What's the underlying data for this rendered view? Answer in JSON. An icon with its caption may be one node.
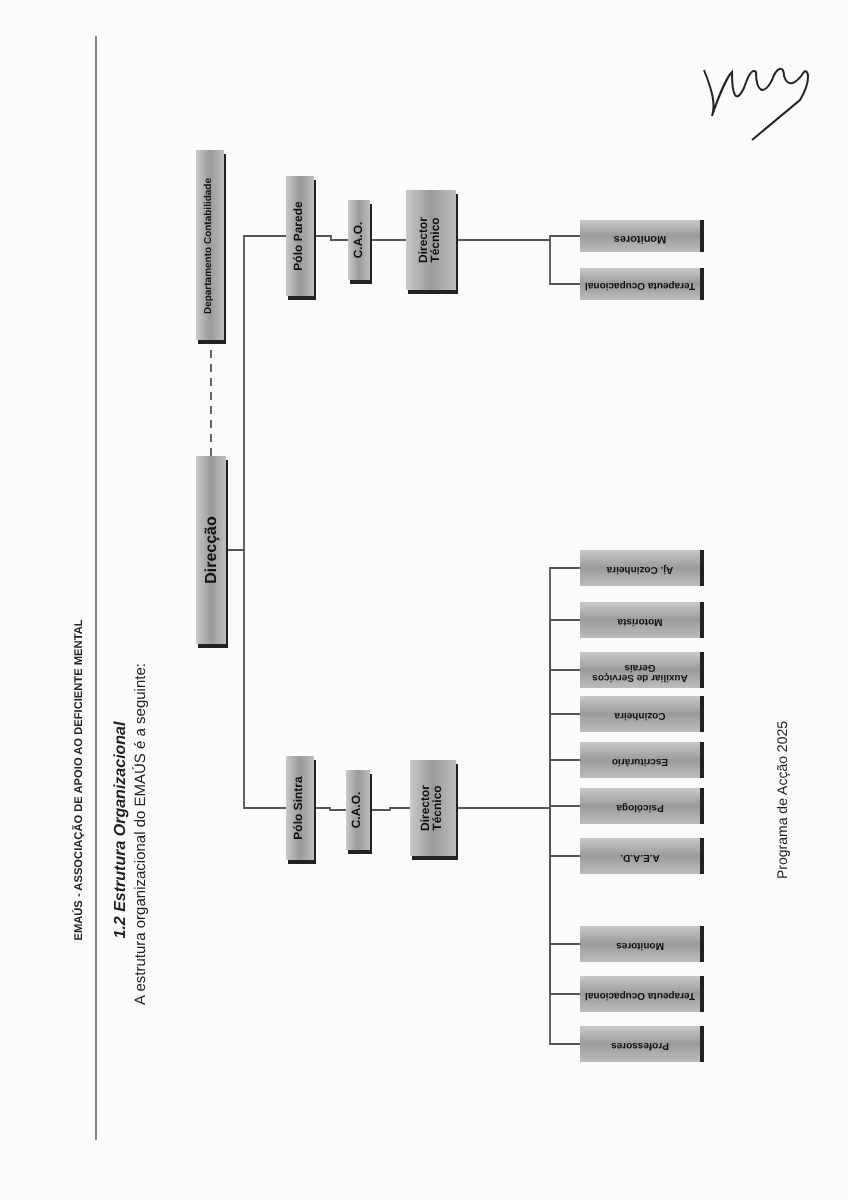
{
  "diagram": {
    "title": "1.2 Estrutura Organizacional",
    "nodes": [
      {
        "text": [
          "Direcção"
        ]
      },
      {
        "text": [
          "Departamento Contabilidade"
        ]
      },
      {
        "text": [
          "Pólo Parede"
        ]
      },
      {
        "text": [
          "C.A.O."
        ]
      },
      {
        "text": [
          "Director Técnico"
        ]
      },
      {
        "text": [
          "Monitores"
        ]
      },
      {
        "text": [
          "Terapeuta Ocupacional"
        ]
      },
      {
        "text": [
          "Pólo Sintra"
        ]
      },
      {
        "text": [
          "C.A.O."
        ]
      },
      {
        "text": [
          "Director Técnico"
        ]
      },
      {
        "text": [
          "Aj. Cozinheira"
        ]
      },
      {
        "text": [
          "Motorista"
        ]
      },
      {
        "text": [
          "Auxiliar de Serviços Gerais"
        ]
      },
      {
        "text": [
          "Cozinheira"
        ]
      },
      {
        "text": [
          "Escriturário"
        ]
      },
      {
        "text": [
          "Psicóloga"
        ]
      },
      {
        "text": [
          "A.E.A.D."
        ]
      },
      {
        "text": [
          "Monitores"
        ]
      },
      {
        "text": [
          "Terapeuta Ocupacional"
        ]
      },
      {
        "text": [
          "Professores"
        ]
      }
    ],
    "edges": [
      {
        "from": 0,
        "to": 1,
        "arrow": "none",
        "style": "dashed"
      },
      {
        "from": 0,
        "to": 2,
        "arrow": "none"
      },
      {
        "from": 2,
        "to": 3,
        "arrow": "none"
      },
      {
        "from": 3,
        "to": 4,
        "arrow": "none"
      },
      {
        "from": 4,
        "to": 5,
        "arrow": "none"
      },
      {
        "from": 4,
        "to": 6,
        "arrow": "none"
      },
      {
        "from": 0,
        "to": 7,
        "arrow": "none"
      },
      {
        "from": 7,
        "to": 8,
        "arrow": "none"
      },
      {
        "from": 8,
        "to": 9,
        "arrow": "none"
      },
      {
        "from": 9,
        "to": 10,
        "arrow": "none"
      },
      {
        "from": 9,
        "to": 11,
        "arrow": "none"
      },
      {
        "from": 9,
        "to": 12,
        "arrow": "none"
      },
      {
        "from": 9,
        "to": 13,
        "arrow": "none"
      },
      {
        "from": 9,
        "to": 14,
        "arrow": "none"
      },
      {
        "from": 9,
        "to": 15,
        "arrow": "none"
      },
      {
        "from": 9,
        "to": 16,
        "arrow": "none"
      },
      {
        "from": 9,
        "to": 17,
        "arrow": "none"
      },
      {
        "from": 9,
        "to": 18,
        "arrow": "none"
      },
      {
        "from": 9,
        "to": 19,
        "arrow": "none"
      }
    ],
    "labels": [
      "EMAÚS - ASSOCIAÇÃO DE APOIO AO DEFICIENTE MENTAL",
      "A estrutura organizacional do EMAÚS é a seguinte:",
      "Programa de Acção 2025"
    ]
  }
}
